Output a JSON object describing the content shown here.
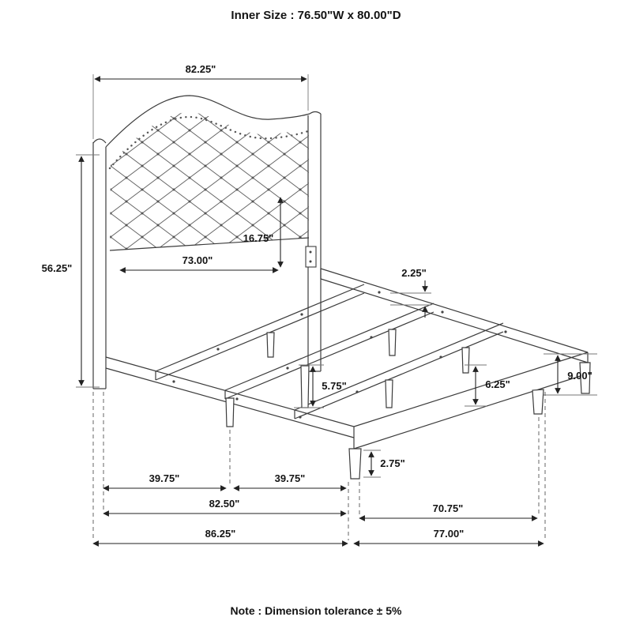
{
  "page": {
    "title": "Inner Size : 76.50\"W x 80.00\"D",
    "note": "Note : Dimension tolerance ± 5%"
  },
  "dims": {
    "headboard_width": "82.25\"",
    "headboard_height": "56.25\"",
    "inner_width": "73.00\"",
    "panel_height": "16.75\"",
    "rail_thickness": "2.25\"",
    "frame_height": "9.00\"",
    "center_leg_height": "5.75\"",
    "footboard_height": "6.25\"",
    "foot_leg_height": "2.75\"",
    "half_width_left": "39.75\"",
    "half_width_right": "39.75\"",
    "frame_width": "82.50\"",
    "side_depth": "70.75\"",
    "overall_width": "86.25\"",
    "overall_depth": "77.00\""
  }
}
